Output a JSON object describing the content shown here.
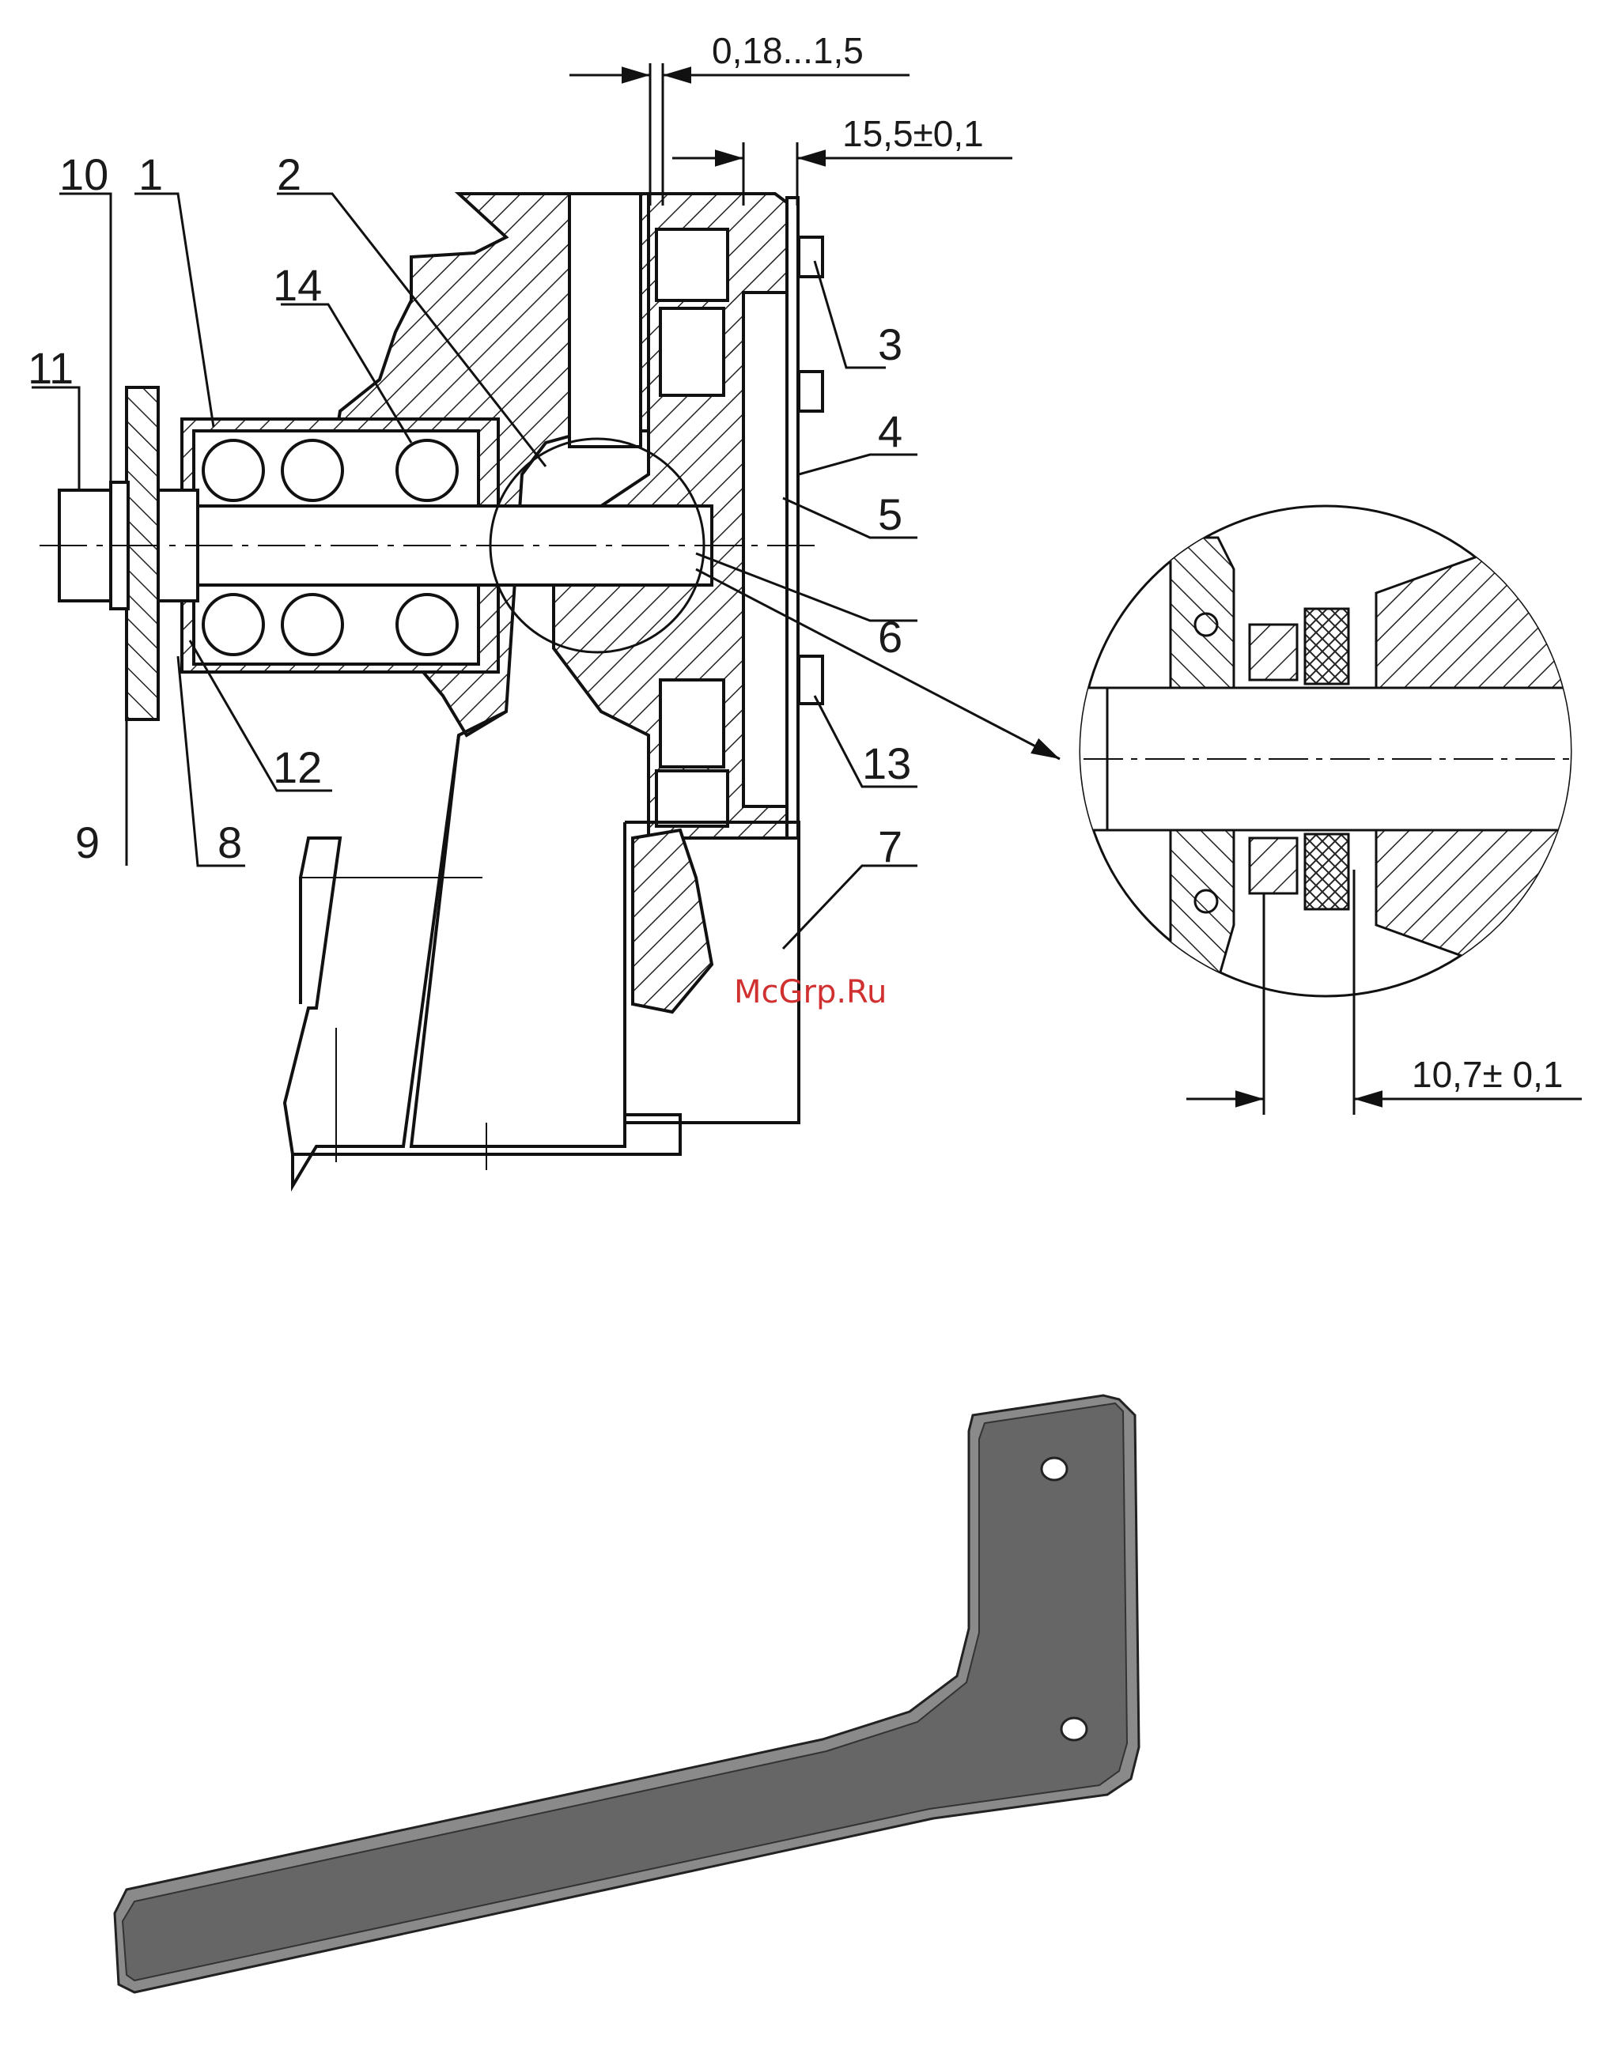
{
  "callouts": {
    "c1": "1",
    "c2": "2",
    "c3": "3",
    "c4": "4",
    "c5": "5",
    "c6": "6",
    "c7": "7",
    "c8": "8",
    "c9": "9",
    "c10": "10",
    "c11": "11",
    "c12": "12",
    "c13": "13",
    "c14": "14"
  },
  "dimensions": {
    "gap": "0,18...1,5",
    "depth": "15,5±0,1",
    "seal": "10,7± 0,1"
  },
  "watermark": "McGrp.Ru"
}
